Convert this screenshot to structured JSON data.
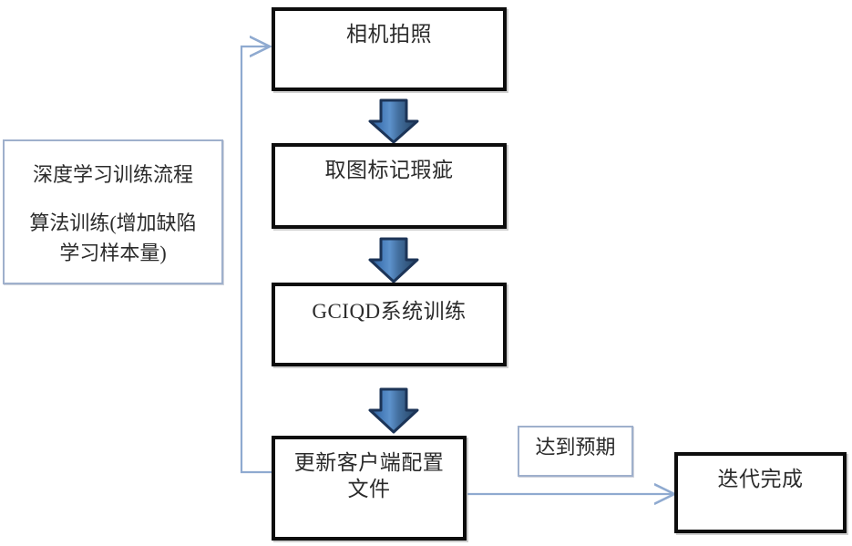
{
  "diagram": {
    "title_text": "深度学习训练流程",
    "type": "flowchart",
    "background_color": "#ffffff",
    "box_border_color": "#0d0d0d",
    "thin_border_color": "#9fb0cc",
    "arrow_fill_color": "#3c6ca8",
    "arrow_edge_color": "#1f3864",
    "connector_color": "#8faad0",
    "text_color": "#2b2b2b"
  },
  "info_panel": {
    "line1": "深度学习训练流程",
    "line2": "算法训练(增加缺陷",
    "line3": "学习样本量)"
  },
  "nodes": [
    {
      "id": "camera",
      "label": "相机拍照",
      "shape": "rect"
    },
    {
      "id": "mark",
      "label": "取图标记瑕疵",
      "shape": "rect"
    },
    {
      "id": "train",
      "label": "GCIQD系统训练",
      "shape": "rect"
    },
    {
      "id": "update",
      "label": "更新客户端配置\n文件",
      "shape": "rect"
    },
    {
      "id": "done",
      "label": "迭代完成",
      "shape": "rect"
    }
  ],
  "edge_labels": [
    {
      "id": "expected",
      "label": "达到预期"
    }
  ],
  "edges": [
    {
      "from": "camera",
      "to": "mark",
      "style": "thick-down-arrow"
    },
    {
      "from": "mark",
      "to": "train",
      "style": "thick-down-arrow"
    },
    {
      "from": "train",
      "to": "update",
      "style": "thick-down-arrow"
    },
    {
      "from": "update",
      "to": "done",
      "style": "thin-right-arrow",
      "label": "达到预期"
    },
    {
      "from": "update",
      "to": "camera",
      "style": "thin-feedback-loop"
    }
  ]
}
